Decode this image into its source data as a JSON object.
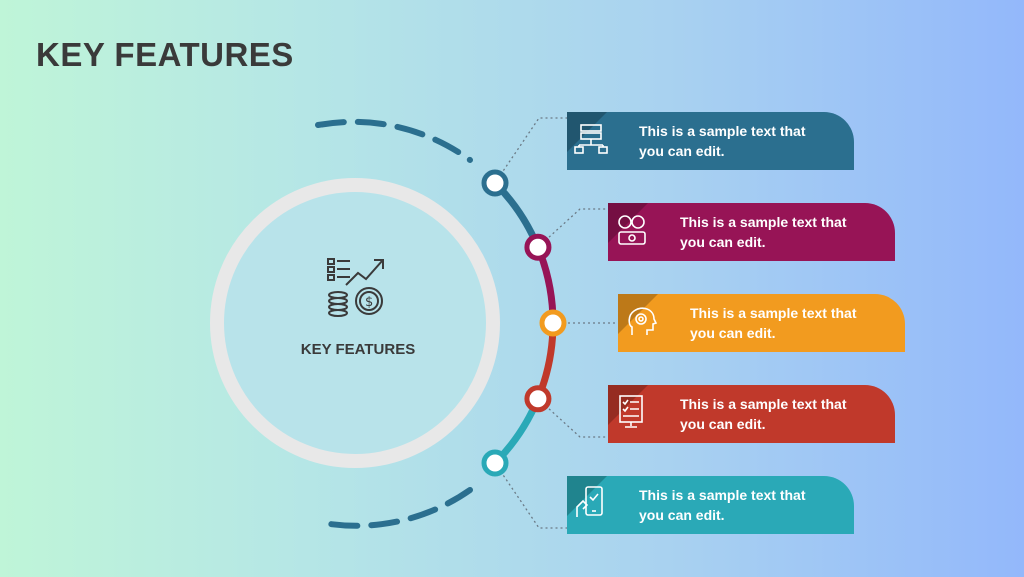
{
  "title": "KEY FEATURES",
  "center": {
    "label": "KEY FEATURES",
    "icon": "finance-growth-icon"
  },
  "features": [
    {
      "text": "This is a sample text that you can edit.",
      "color": "#2b6f8f",
      "icon": "server-network-icon"
    },
    {
      "text": "This is a sample text that you can edit.",
      "color": "#971456",
      "icon": "money-gears-icon"
    },
    {
      "text": "This is a sample text that you can edit.",
      "color": "#f29b1f",
      "icon": "head-gear-icon"
    },
    {
      "text": "This is a sample text that you can edit.",
      "color": "#c0392b",
      "icon": "checklist-monitor-icon"
    },
    {
      "text": "This is a sample text that you can edit.",
      "color": "#2aa9b7",
      "icon": "mobile-check-icon"
    }
  ],
  "arc_colors": [
    "#2b6f8f",
    "#971456",
    "#f29b1f",
    "#c0392b",
    "#2aa9b7"
  ]
}
